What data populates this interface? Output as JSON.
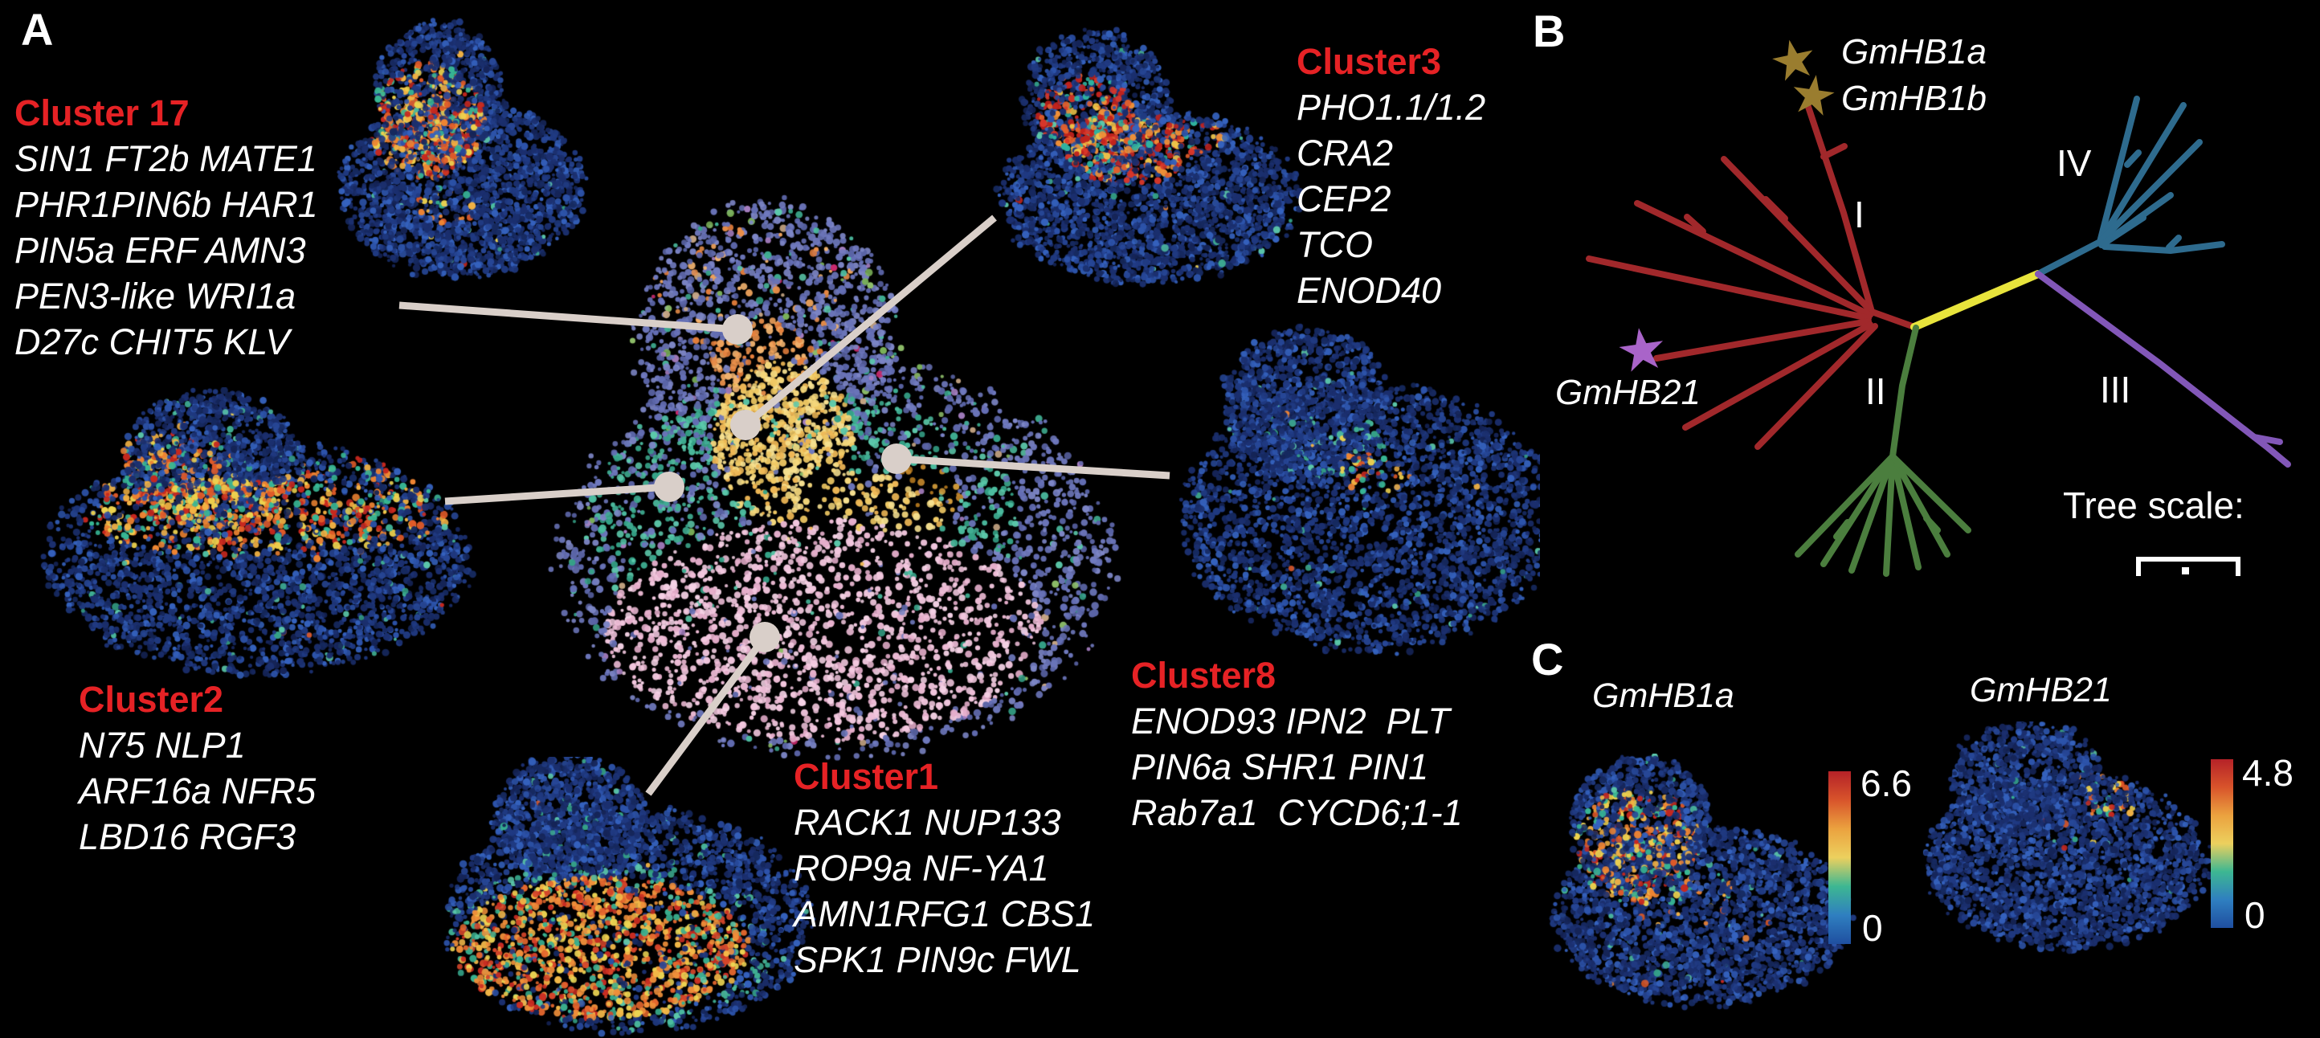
{
  "figure": {
    "panel_a_label": "A",
    "panel_b_label": "B",
    "panel_c_label": "C"
  },
  "clusters": {
    "c17": {
      "title": "Cluster 17",
      "genes": [
        "SIN1 FT2b MATE1",
        "PHR1PIN6b HAR1",
        "PIN5a ERF AMN3",
        "PEN3-like WRI1a",
        "D27c CHIT5 KLV"
      ]
    },
    "c3": {
      "title": "Cluster3",
      "genes": [
        "PHO1.1/1.2",
        "CRA2",
        "CEP2",
        "TCO",
        "ENOD40"
      ]
    },
    "c2": {
      "title": "Cluster2",
      "genes": [
        "N75 NLP1",
        "ARF16a NFR5",
        "LBD16 RGF3"
      ]
    },
    "c1": {
      "title": "Cluster1",
      "genes": [
        "RACK1 NUP133",
        "ROP9a NF-YA1",
        "AMN1RFG1 CBS1",
        "SPK1 PIN9c FWL"
      ]
    },
    "c8": {
      "title": "Cluster8",
      "genes": [
        "ENOD93 IPN2  PLT",
        "PIN6a SHR1 PIN1",
        "Rab7a1  CYCD6;1-1"
      ]
    }
  },
  "tree": {
    "taxa": {
      "gmhb1a": "GmHB1a",
      "gmhb1b": "GmHB1b",
      "gmhb21": "GmHB21"
    },
    "clades": {
      "i": "I",
      "ii": "II",
      "iii": "III",
      "iv": "IV"
    },
    "scale_label": "Tree scale:",
    "colors": {
      "clade_i": "#a1282b",
      "clade_ii": "#4b7e3e",
      "clade_iii": "#8257b8",
      "clade_iv": "#2e6b8e",
      "connector": "#e8e43c",
      "star_gold": "#9a7d2f",
      "star_purple": "#a964c9",
      "scale_bar": "#ffffff"
    }
  },
  "expression_maps": {
    "map1": {
      "gene": "GmHB1a",
      "max": "6.6",
      "min": "0"
    },
    "map2": {
      "gene": "GmHB21",
      "max": "4.8",
      "min": "0"
    }
  },
  "colors": {
    "background": "#000000",
    "cluster_title": "#e62225",
    "gene_text": "#ffffff",
    "connector_line": "#d9cfc9",
    "colorbar_gradient": [
      "#b52228",
      "#d8542b",
      "#eba23f",
      "#ecd05e",
      "#3db792",
      "#2f7fc0",
      "#1f4fa0"
    ]
  }
}
